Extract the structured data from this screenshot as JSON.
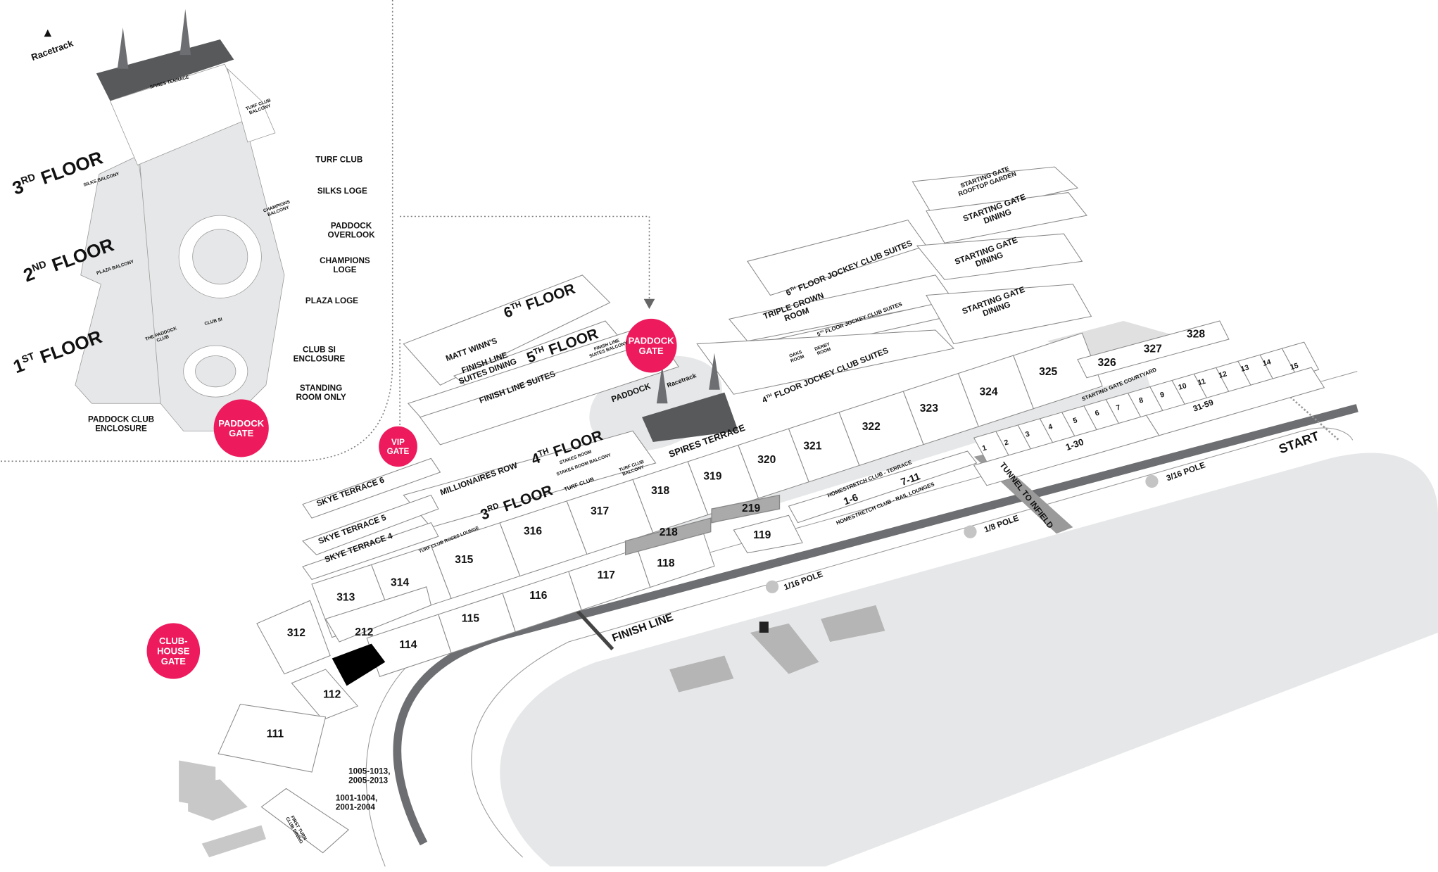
{
  "colors": {
    "gate": "#ed1a5d",
    "track": "#6d6e71",
    "infield": "#e6e7e8",
    "roof": "#58595b",
    "selected_section": "#000000"
  },
  "inset": {
    "compass": "Racetrack",
    "areas": {
      "spires_terrace": "SPIRES TERRACE",
      "turf_club_balcony": [
        "TURF CLUB",
        "BALCONY"
      ],
      "silks_balcony": "SILKS BALCONY",
      "champions_balcony": [
        "CHAMPIONS",
        "BALCONY"
      ],
      "plaza_balcony": "PLAZA BALCONY",
      "club_si": "CLUB SI",
      "the_paddock_club": [
        "THE PADDOCK",
        "CLUB"
      ]
    },
    "floors": [
      {
        "num": "3",
        "sup": "RD",
        "word": "FLOOR"
      },
      {
        "num": "2",
        "sup": "ND",
        "word": "FLOOR"
      },
      {
        "num": "1",
        "sup": "ST",
        "word": "FLOOR"
      }
    ],
    "callouts": [
      [
        "TURF CLUB"
      ],
      [
        "SILKS LOGE"
      ],
      [
        "PADDOCK",
        "OVERLOOK"
      ],
      [
        "CHAMPIONS",
        "LOGE"
      ],
      [
        "PLAZA LOGE"
      ],
      [
        "CLUB SI",
        "ENCLOSURE"
      ],
      [
        "STANDING",
        "ROOM ONLY"
      ],
      [
        "PADDOCK CLUB",
        "ENCLOSURE"
      ]
    ],
    "gate": [
      "PADDOCK",
      "GATE"
    ]
  },
  "gates": {
    "vip": [
      "VIP",
      "GATE"
    ],
    "paddock": [
      "PADDOCK",
      "GATE"
    ],
    "clubhouse": [
      "CLUB-",
      "HOUSE",
      "GATE"
    ]
  },
  "floors": {
    "f6": {
      "num": "6",
      "sup": "TH",
      "word": "FLOOR"
    },
    "f5": {
      "num": "5",
      "sup": "TH",
      "word": "FLOOR"
    },
    "f4": {
      "num": "4",
      "sup": "TH",
      "word": "FLOOR"
    },
    "f3": {
      "num": "3",
      "sup": "RD",
      "word": "FLOOR"
    },
    "jc6": {
      "num": "6",
      "sup": "TH",
      "word": "FLOOR JOCKEY CLUB SUITES"
    },
    "jc5": {
      "num": "5",
      "sup": "TH",
      "word": "FLOOR JOCKEY CLUB SUITES"
    },
    "jc4": {
      "num": "4",
      "sup": "TH",
      "word": "FLOOR JOCKEY CLUB SUITES"
    }
  },
  "areas": {
    "matt_winns": "MATT WINN'S",
    "finish_line_suites_balcony": [
      "FINISH LINE",
      "SUITES BALCONY"
    ],
    "finish_line_suites_dining": [
      "FINISH LINE",
      "SUITES DINING"
    ],
    "finish_line_suites": "FINISH LINE SUITES",
    "paddock": "PADDOCK",
    "racetrack": "Racetrack",
    "spires_terrace": "SPIRES TERRACE",
    "stakes_room": "STAKES ROOM",
    "stakes_room_balcony": "STAKES ROOM BALCONY",
    "turf_club_balcony": [
      "TURF CLUB",
      "BALCONY"
    ],
    "millionaires_row": "MILLIONAIRES ROW",
    "turf_club": "TURF CLUB",
    "skye_terrace_6": "SKYE TERRACE 6",
    "skye_terrace_5": "SKYE TERRACE 5",
    "skye_terrace_4": "SKYE TERRACE 4",
    "turf_club_roses_lounge": "TURF CLUB ROSES LOUNGE",
    "triple_crown_room": [
      "TRIPLE CROWN",
      "ROOM"
    ],
    "oaks_room": [
      "OAKS",
      "ROOM"
    ],
    "derby_room": [
      "DERBY",
      "ROOM"
    ],
    "starting_gate_rooftop_garden": [
      "STARTING GATE",
      "ROOFTOP GARDEN"
    ],
    "starting_gate_dining": [
      "STARTING GATE",
      "DINING"
    ],
    "starting_gate_courtyard": "STARTING GATE COURTYARD",
    "homestretch_terrace": "HOMESTRETCH CLUB - TERRACE",
    "homestretch_rail": "HOMESTRETCH CLUB - RAIL LOUNGES",
    "first_turn_club_dining": [
      "FIRST TURN",
      "CLUB DINING"
    ],
    "finish_line": "FINISH LINE",
    "tunnel": "TUNNEL TO INFIELD",
    "start": "START"
  },
  "sections_300": [
    "313",
    "314",
    "315",
    "316",
    "317",
    "318",
    "319",
    "320",
    "321",
    "322",
    "323",
    "324",
    "325"
  ],
  "sections_326": [
    "326",
    "327",
    "328"
  ],
  "sections_100": [
    "114",
    "115",
    "116",
    "117",
    "118"
  ],
  "sections_other": {
    "s312": "312",
    "s212": "212",
    "s112": "112",
    "s111": "111",
    "s119": "119",
    "s218": "218",
    "s219": "219"
  },
  "courtyard_boxes": [
    "1",
    "2",
    "3",
    "4",
    "5",
    "6",
    "7",
    "8",
    "9",
    "10",
    "11",
    "12",
    "13",
    "14",
    "15"
  ],
  "box_ranges": {
    "r1_30": "1-30",
    "r31_59": "31-59",
    "hs1_6": "1-6",
    "hs7_11": "7-11"
  },
  "bottom_ranges": {
    "a": [
      "1005-1013,",
      "2005-2013"
    ],
    "b": [
      "1001-1004,",
      "2001-2004"
    ]
  },
  "poles": [
    "1/16 POLE",
    "1/8 POLE",
    "3/16 POLE"
  ]
}
